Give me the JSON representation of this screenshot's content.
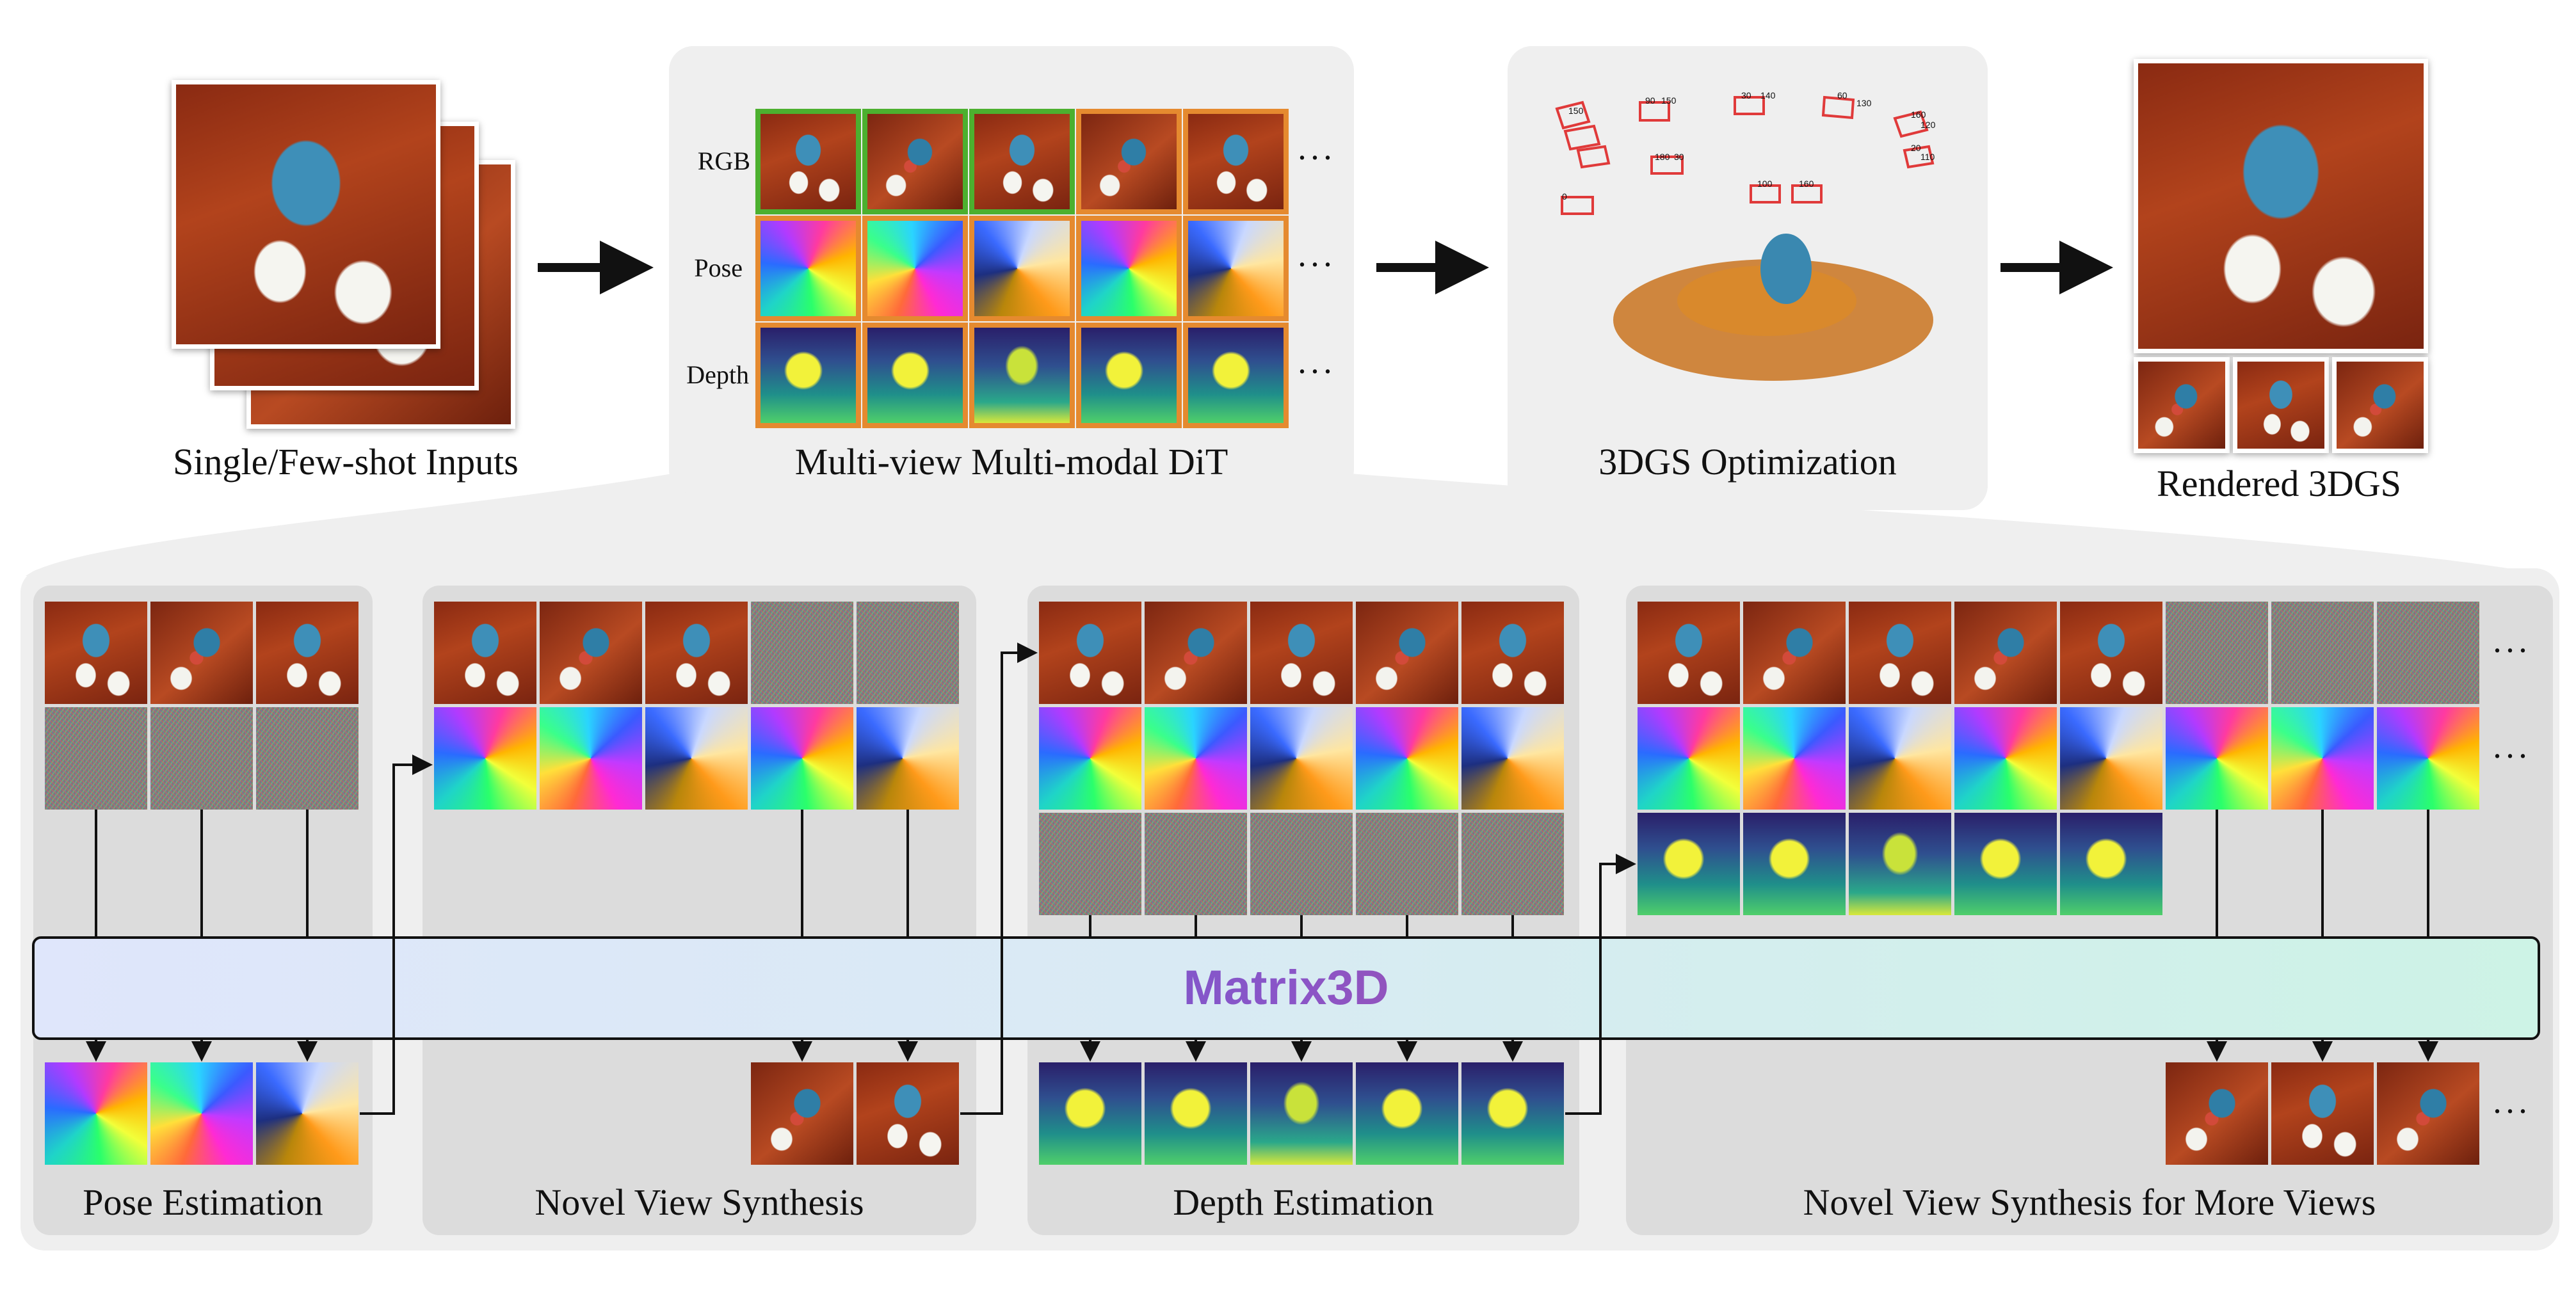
{
  "top": {
    "inputs_caption": "Single/Few-shot Inputs",
    "dit_caption": "Multi-view Multi-modal DiT",
    "opt_caption": "3DGS Optimization",
    "render_caption": "Rendered 3DGS",
    "row_labels": {
      "rgb": "RGB",
      "pose": "Pose",
      "depth": "Depth"
    },
    "ellipsis": "···",
    "camera_labels": [
      "150",
      "90",
      "150",
      "30",
      "140",
      "60",
      "130",
      "120",
      "110",
      "160",
      "180",
      "0",
      "100",
      "160",
      "20",
      "30"
    ]
  },
  "bottom": {
    "model_label": "Matrix3D",
    "stage_captions": {
      "pose_estimation": "Pose Estimation",
      "novel_view_synthesis": "Novel View Synthesis",
      "depth_estimation": "Depth Estimation",
      "more_views": "Novel View Synthesis for More Views"
    },
    "ellipsis": "···"
  },
  "colors": {
    "conditioned_border": "#4cb02f",
    "generated_border": "#e58a2f",
    "camera_frustum": "#e03a3a"
  }
}
